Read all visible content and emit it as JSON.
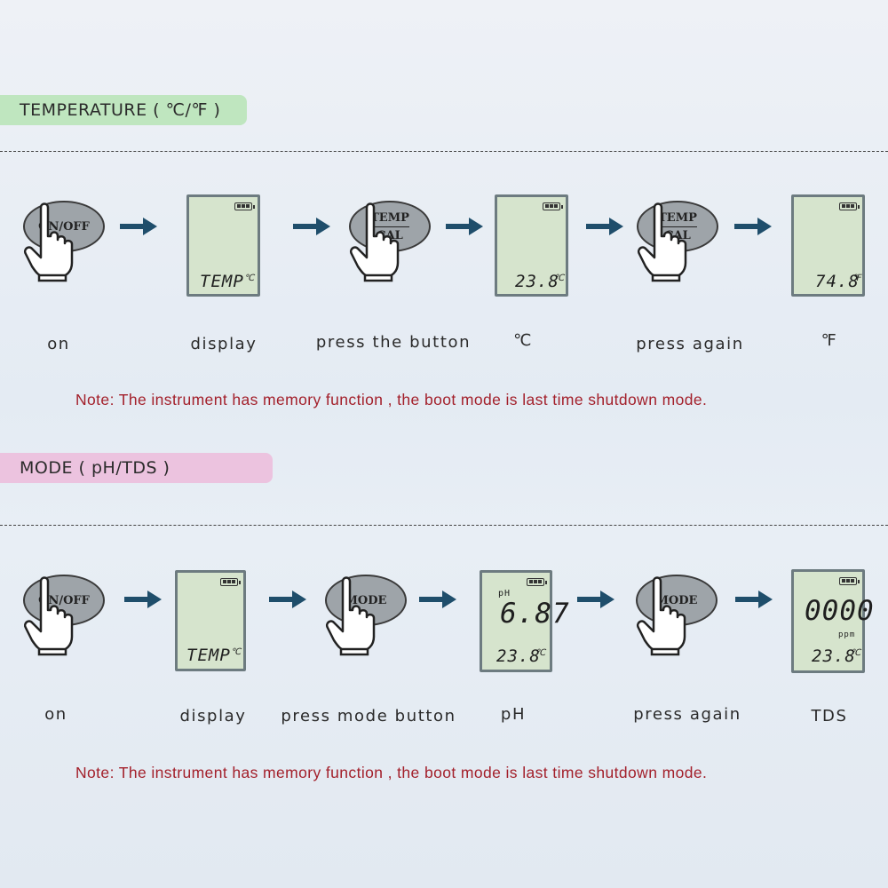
{
  "temperature_section": {
    "tab_label": "TEMPERATURE ( ℃/℉ )",
    "steps": [
      {
        "button": "ON/OFF",
        "label": "on"
      },
      {
        "lcd_main": "TEMP",
        "lcd_unit": "℃",
        "label": "display"
      },
      {
        "button_line1": "TEMP",
        "button_line2": "CAL",
        "label": "press the button"
      },
      {
        "lcd_main": "23.8",
        "lcd_unit": "℃",
        "label": "℃"
      },
      {
        "button_line1": "TEMP",
        "button_line2": "CAL",
        "label": "press again"
      },
      {
        "lcd_main": "74.8",
        "lcd_unit": "℉",
        "label": "℉"
      }
    ],
    "note": "Note: The instrument has memory function , the boot mode is last time shutdown mode."
  },
  "mode_section": {
    "tab_label": "MODE ( pH/TDS )",
    "steps": [
      {
        "button": "ON/OFF",
        "label": "on"
      },
      {
        "lcd_main": "TEMP",
        "lcd_unit": "℃",
        "label": "display"
      },
      {
        "button": "MODE",
        "label": "press mode button"
      },
      {
        "lcd_top_label": "pH",
        "lcd_big": "6.87",
        "lcd_main": "23.8",
        "lcd_unit": "℃",
        "label": "pH"
      },
      {
        "button": "MODE",
        "label": "press again"
      },
      {
        "lcd_big": "0000",
        "lcd_top_label": "ppm",
        "lcd_main": "23.8",
        "lcd_unit": "℃",
        "label": "TDS"
      }
    ],
    "note": "Note: The instrument has memory function , the boot mode is last time shutdown mode."
  },
  "colors": {
    "temp_tab": "#bfe6bf",
    "mode_tab": "#ecc3df",
    "arrow": "#1f4e6b",
    "note": "#a3202b",
    "lcd_bg": "#d6e4cd"
  }
}
